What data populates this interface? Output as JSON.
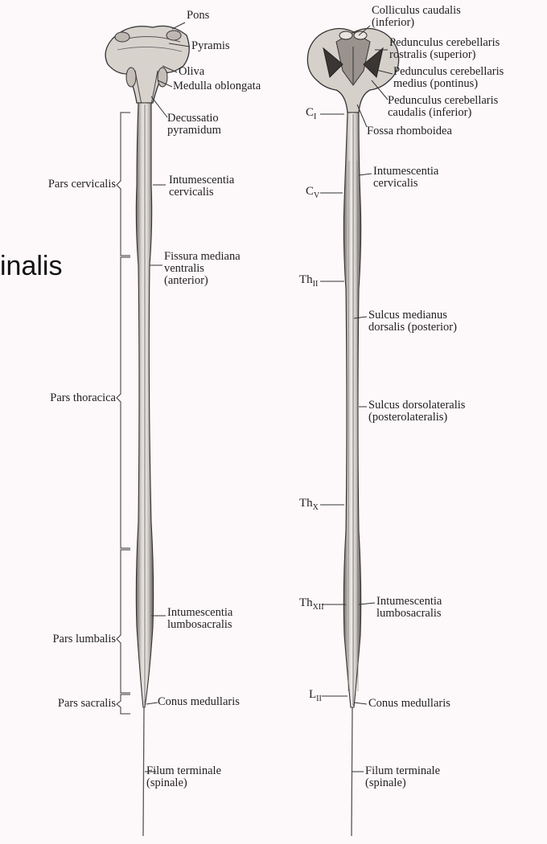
{
  "overlay_text": "inalis",
  "anterior_view": {
    "labels": [
      {
        "id": "pons",
        "text": "Pons"
      },
      {
        "id": "pyramis",
        "text": "Pyramis"
      },
      {
        "id": "oliva",
        "text": "Oliva"
      },
      {
        "id": "medulla",
        "text": "Medulla oblongata"
      },
      {
        "id": "decussatio",
        "text": "Decussatio\npyramidum"
      },
      {
        "id": "intum-cerv",
        "text": "Intumescentia\ncervicalis"
      },
      {
        "id": "fissura",
        "text": "Fissura mediana\nventralis\n(anterior)"
      },
      {
        "id": "intum-lumb",
        "text": "Intumescentia\nlumbosacralis"
      },
      {
        "id": "conus",
        "text": "Conus medullaris"
      },
      {
        "id": "filum",
        "text": "Filum terminale\n(spinale)"
      }
    ],
    "regions": [
      {
        "id": "cervicalis",
        "text": "Pars cervicalis"
      },
      {
        "id": "thoracica",
        "text": "Pars thoracica"
      },
      {
        "id": "lumbalis",
        "text": "Pars lumbalis"
      },
      {
        "id": "sacralis",
        "text": "Pars sacralis"
      }
    ]
  },
  "posterior_view": {
    "labels": [
      {
        "id": "colliculus",
        "text": "Colliculus caudalis\n(inferior)"
      },
      {
        "id": "ped-sup",
        "text": "Pedunculus cerebellaris\nrostralis (superior)"
      },
      {
        "id": "ped-med",
        "text": "Pedunculus cerebellaris\nmedius (pontinus)"
      },
      {
        "id": "ped-inf",
        "text": "Pedunculus cerebellaris\ncaudalis (inferior)"
      },
      {
        "id": "fossa",
        "text": "Fossa rhomboidea"
      },
      {
        "id": "intum-cerv-p",
        "text": "Intumescentia\ncervicalis"
      },
      {
        "id": "sulcus-med",
        "text": "Sulcus medianus\ndorsalis (posterior)"
      },
      {
        "id": "sulcus-dl",
        "text": "Sulcus dorsolateralis\n(posterolateralis)"
      },
      {
        "id": "intum-lumb-p",
        "text": "Intumescentia\nlumbosacralis"
      },
      {
        "id": "conus-p",
        "text": "Conus medullaris"
      },
      {
        "id": "filum-p",
        "text": "Filum terminale\n(spinale)"
      }
    ],
    "segments": [
      {
        "id": "c1",
        "main": "C",
        "sub": "I"
      },
      {
        "id": "c5",
        "main": "C",
        "sub": "V"
      },
      {
        "id": "th2",
        "main": "Th",
        "sub": "II"
      },
      {
        "id": "th10",
        "main": "Th",
        "sub": "X"
      },
      {
        "id": "th12",
        "main": "Th",
        "sub": "XII"
      },
      {
        "id": "l2",
        "main": "L",
        "sub": "II"
      }
    ]
  }
}
